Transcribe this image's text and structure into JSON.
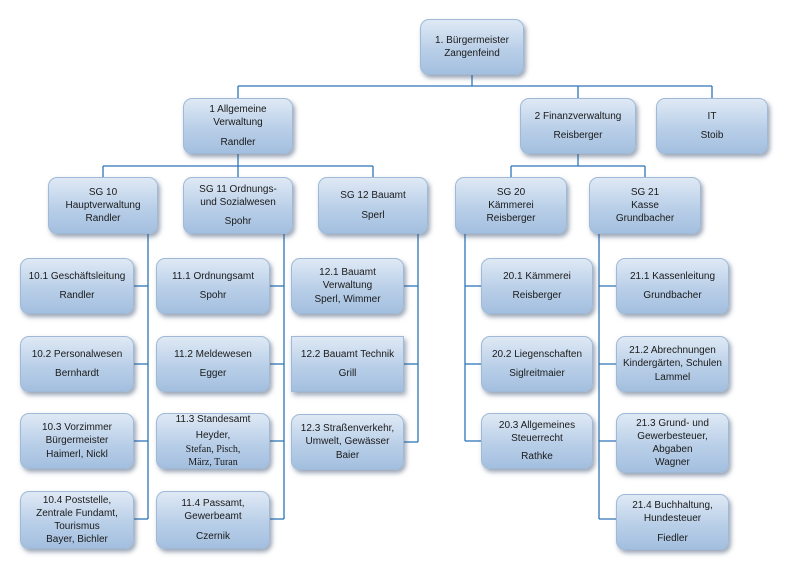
{
  "org_chart": {
    "mayor": {
      "title": "1. Bürgermeister",
      "name": "Zangenfeind"
    },
    "dept_general": {
      "title_1": "1 Allgemeine",
      "title_2": "Verwaltung",
      "name": "Randler"
    },
    "dept_finance": {
      "title": "2 Finanzverwaltung",
      "name": "Reisberger"
    },
    "it": {
      "title": "IT",
      "name": "Stoib"
    },
    "sg10": {
      "title_1": "SG 10",
      "title_2": "Hauptverwaltung",
      "name": "Randler"
    },
    "sg11": {
      "title_1": "SG 11 Ordnungs-",
      "title_2": "und Sozialwesen",
      "name": "Spohr"
    },
    "sg12": {
      "title": "SG 12 Bauamt",
      "name": "Sperl"
    },
    "sg20": {
      "title_1": "SG 20",
      "title_2": "Kämmerei",
      "name": "Reisberger"
    },
    "sg21": {
      "title_1": "SG 21",
      "title_2": "Kasse",
      "name": "Grundbacher"
    },
    "u10_1": {
      "title": "10.1 Geschäftsleitung",
      "name": "Randler"
    },
    "u10_2": {
      "title": "10.2 Personalwesen",
      "name": "Bernhardt"
    },
    "u10_3": {
      "title_1": "10.3 Vorzimmer",
      "title_2": "Bürgermeister",
      "name": "Haimerl, Nickl"
    },
    "u10_4": {
      "title_1": "10.4 Poststelle,",
      "title_2": "Zentrale Fundamt,",
      "title_3": "Tourismus",
      "name": "Bayer, Bichler"
    },
    "u11_1": {
      "title": "11.1 Ordnungsamt",
      "name": "Spohr"
    },
    "u11_2": {
      "title": "11.2 Meldewesen",
      "name": "Egger"
    },
    "u11_3": {
      "title": "11.3 Standesamt",
      "name_1": "Heyder,",
      "name_2": "Stefan, Pisch,",
      "name_3": "März, Turan"
    },
    "u11_4": {
      "title_1": "11.4 Passamt,",
      "title_2": "Gewerbeamt",
      "name": "Czernik"
    },
    "u12_1": {
      "title_1": "12.1 Bauamt",
      "title_2": "Verwaltung",
      "name": "Sperl, Wimmer"
    },
    "u12_2": {
      "title": "12.2 Bauamt Technik",
      "name": "Grill"
    },
    "u12_3": {
      "title_1": "12.3 Straßenverkehr,",
      "title_2": "Umwelt, Gewässer",
      "name": "Baier"
    },
    "u20_1": {
      "title": "20.1 Kämmerei",
      "name": "Reisberger"
    },
    "u20_2": {
      "title": "20.2 Liegenschaften",
      "name": "Siglreitmaier"
    },
    "u20_3": {
      "title_1": "20.3 Allgemeines",
      "title_2": "Steuerrecht",
      "name": "Rathke"
    },
    "u21_1": {
      "title": "21.1 Kassenleitung",
      "name": "Grundbacher"
    },
    "u21_2": {
      "title": "21.2 Abrechnungen",
      "name_1": "Kindergärten, Schulen",
      "name_2": "Lammel"
    },
    "u21_3": {
      "title_1": "21.3 Grund- und",
      "title_2": "Gewerbesteuer,",
      "title_3": "Abgaben",
      "name": "Wagner"
    },
    "u21_4": {
      "title_1": "21.4 Buchhaltung,",
      "title_2": "Hundesteuer",
      "name": "Fiedler"
    }
  },
  "colors": {
    "connector": "#2e75b6",
    "box_fill": "#b9cfe8",
    "box_border": "#9fb9d6"
  }
}
